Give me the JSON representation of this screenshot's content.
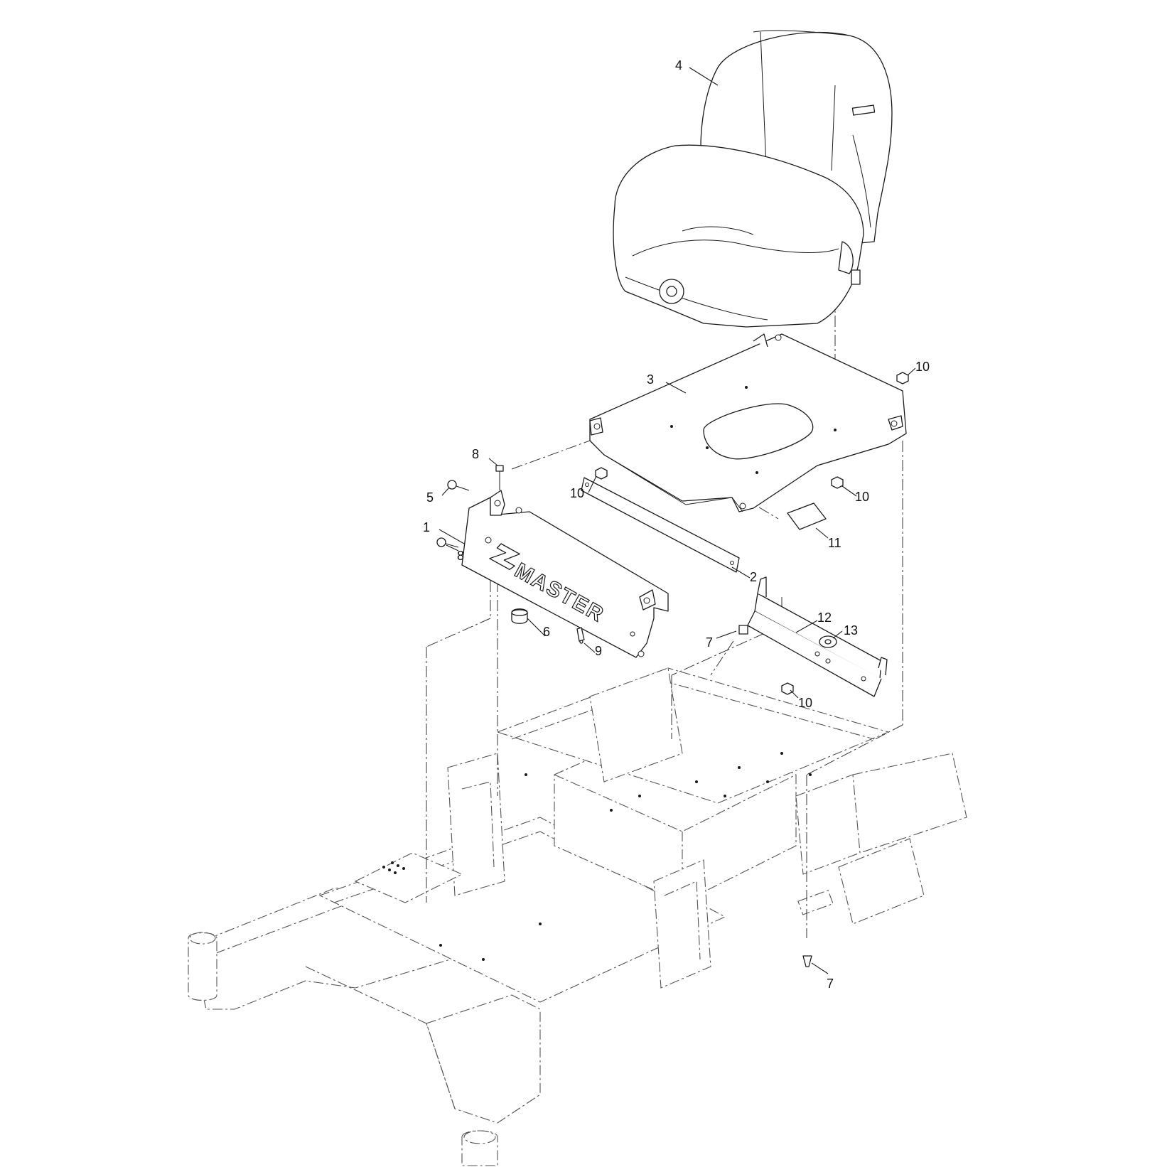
{
  "logo_text": "MASTER",
  "callouts": {
    "c1": "1",
    "c2": "2",
    "c3": "3",
    "c4": "4",
    "c5": "5",
    "c6": "6",
    "c7a": "7",
    "c7b": "7",
    "c8a": "8",
    "c8b": "8",
    "c9": "9",
    "c10a": "10",
    "c10b": "10",
    "c10c": "10",
    "c10d": "10",
    "c11": "11",
    "c12": "12",
    "c13": "13"
  }
}
